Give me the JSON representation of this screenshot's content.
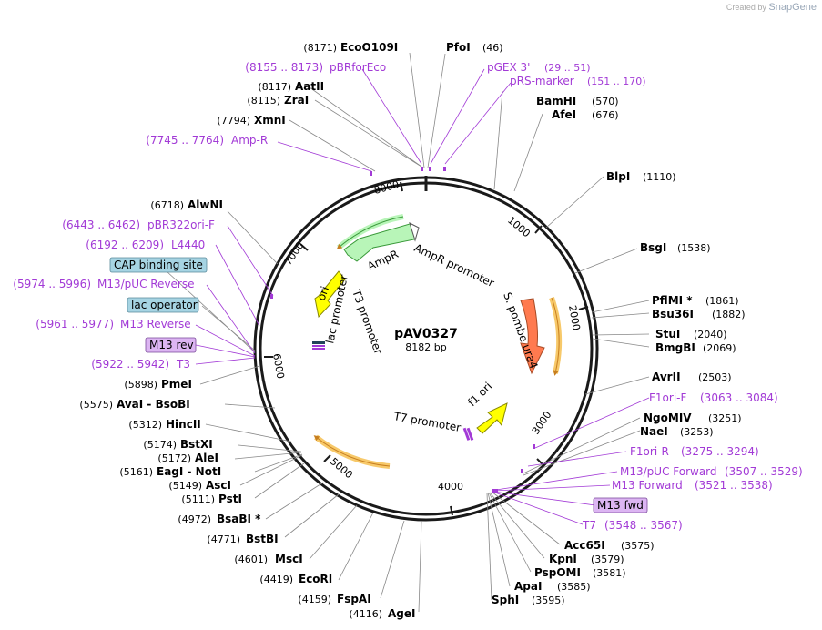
{
  "watermark": {
    "prefix": "Created by",
    "brand": "SnapGene"
  },
  "plasmid": {
    "name": "pAV0327",
    "length_label": "8182 bp"
  },
  "ticks": [
    "1000",
    "2000",
    "3000",
    "4000",
    "5000",
    "6000",
    "7000",
    "8000"
  ],
  "features": {
    "ampr": "AmpR",
    "ampr_promoter": "AmpR promoter",
    "ori": "ori",
    "lac_promoter": "lac promoter",
    "t3_promoter": "T3 promoter",
    "ura4": "S. pombe ura4",
    "t7_promoter": "T7 promoter",
    "f1_ori": "f1 ori"
  },
  "labels_left": [
    {
      "pos": "(8171)",
      "name": "EcoO109I"
    },
    {
      "pos": "(8155 .. 8173)",
      "name": "pBRforEco"
    },
    {
      "pos": "(8117)",
      "name": "AatII"
    },
    {
      "pos": "(8115)",
      "name": "ZraI"
    },
    {
      "pos": "(7794)",
      "name": "XmnI"
    },
    {
      "pos": "(7745 .. 7764)",
      "name": "Amp-R"
    },
    {
      "pos": "(6718)",
      "name": "AlwNI"
    },
    {
      "pos": "(6443 .. 6462)",
      "name": "pBR322ori-F"
    },
    {
      "pos": "(6192 .. 6209)",
      "name": "L4440"
    },
    {
      "pos": "",
      "name": "CAP binding site"
    },
    {
      "pos": "(5974 .. 5996)",
      "name": "M13/pUC Reverse"
    },
    {
      "pos": "",
      "name": "lac operator"
    },
    {
      "pos": "(5961 .. 5977)",
      "name": "M13 Reverse"
    },
    {
      "pos": "",
      "name": "M13 rev"
    },
    {
      "pos": "(5922 .. 5942)",
      "name": "T3"
    },
    {
      "pos": "(5898)",
      "name": "PmeI"
    },
    {
      "pos": "(5575)",
      "name": "AvaI - BsoBI"
    },
    {
      "pos": "(5312)",
      "name": "HincII"
    },
    {
      "pos": "(5174)",
      "name": "BstXI"
    },
    {
      "pos": "(5172)",
      "name": "AleI"
    },
    {
      "pos": "(5161)",
      "name": "EagI - NotI"
    },
    {
      "pos": "(5149)",
      "name": "AscI"
    },
    {
      "pos": "(5111)",
      "name": "PstI"
    },
    {
      "pos": "(4972)",
      "name": "BsaBI *"
    },
    {
      "pos": "(4771)",
      "name": "BstBI"
    },
    {
      "pos": "(4601)",
      "name": "MscI"
    },
    {
      "pos": "(4419)",
      "name": "EcoRI"
    },
    {
      "pos": "(4159)",
      "name": "FspAI"
    },
    {
      "pos": "(4116)",
      "name": "AgeI"
    }
  ],
  "labels_right": [
    {
      "name": "PfoI",
      "pos": "(46)"
    },
    {
      "name": "pGEX 3'",
      "pos": "(29 .. 51)"
    },
    {
      "name": "pRS-marker",
      "pos": "(151 .. 170)"
    },
    {
      "name": "BamHI",
      "pos": "(570)"
    },
    {
      "name": "AfeI",
      "pos": "(676)"
    },
    {
      "name": "BlpI",
      "pos": "(1110)"
    },
    {
      "name": "BsgI",
      "pos": "(1538)"
    },
    {
      "name": "PflMI *",
      "pos": "(1861)"
    },
    {
      "name": "Bsu36I",
      "pos": "(1882)"
    },
    {
      "name": "StuI",
      "pos": "(2040)"
    },
    {
      "name": "BmgBI",
      "pos": "(2069)"
    },
    {
      "name": "AvrII",
      "pos": "(2503)"
    },
    {
      "name": "F1ori-F",
      "pos": "(3063 .. 3084)"
    },
    {
      "name": "NgoMIV",
      "pos": "(3251)"
    },
    {
      "name": "NaeI",
      "pos": "(3253)"
    },
    {
      "name": "F1ori-R",
      "pos": "(3275 .. 3294)"
    },
    {
      "name": "M13/pUC Forward",
      "pos": "(3507 .. 3529)"
    },
    {
      "name": "M13 Forward",
      "pos": "(3521 .. 3538)"
    },
    {
      "name": "M13 fwd",
      "pos": ""
    },
    {
      "name": "T7",
      "pos": "(3548 .. 3567)"
    },
    {
      "name": "Acc65I",
      "pos": "(3575)"
    },
    {
      "name": "KpnI",
      "pos": "(3579)"
    },
    {
      "name": "PspOMI",
      "pos": "(3581)"
    },
    {
      "name": "ApaI",
      "pos": "(3585)"
    },
    {
      "name": "SphI",
      "pos": "(3595)"
    }
  ],
  "colors": {
    "backbone": "#1a1a1a",
    "primer": "#a23ad6",
    "ampr": "#b8f5b8",
    "ampr_arrow_stroke": "#3a9a3a",
    "ori": "#ffff00",
    "ura4": "#ff7a4f",
    "orange_arc": "#f7c96a",
    "box_blue": "#a6d4e3",
    "box_purple": "#dcb5f2"
  }
}
